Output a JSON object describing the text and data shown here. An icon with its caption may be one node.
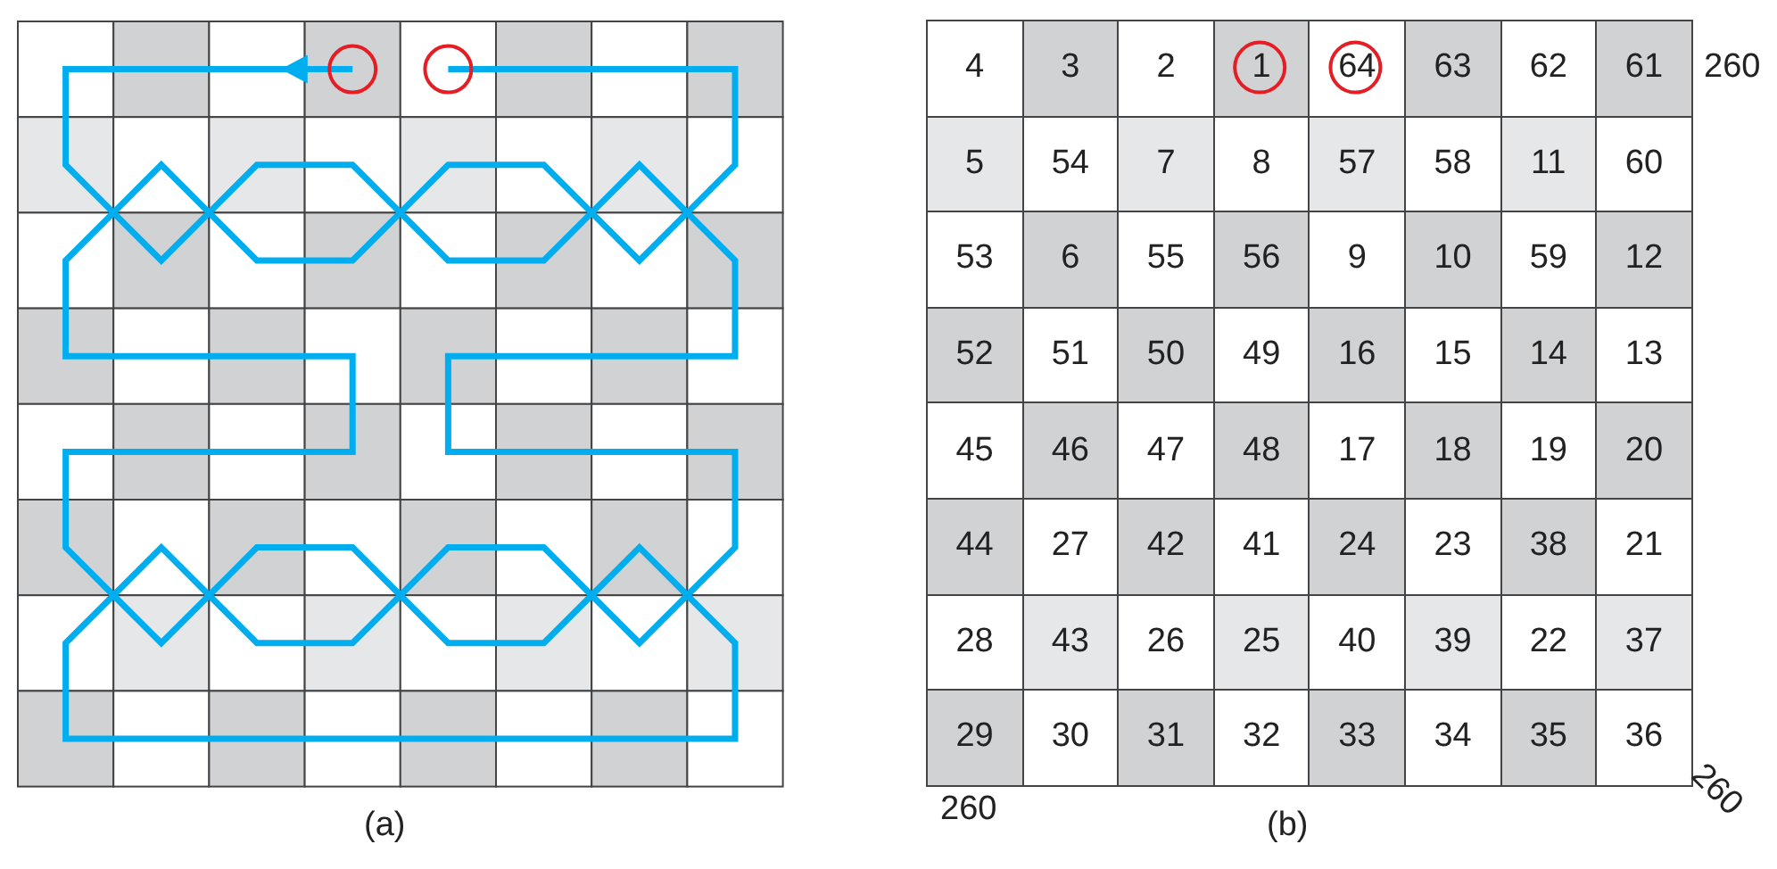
{
  "diagram": {
    "labels": [
      "4",
      "3",
      "2",
      "1",
      "64",
      "63",
      "62",
      "61",
      "5",
      "54",
      "7",
      "8",
      "57",
      "58",
      "11",
      "60",
      "53",
      "6",
      "55",
      "56",
      "9",
      "10",
      "59",
      "12",
      "52",
      "51",
      "50",
      "49",
      "16",
      "15",
      "14",
      "13",
      "45",
      "46",
      "47",
      "48",
      "17",
      "18",
      "19",
      "20",
      "44",
      "27",
      "42",
      "41",
      "24",
      "23",
      "38",
      "21",
      "28",
      "43",
      "26",
      "25",
      "40",
      "39",
      "22",
      "37",
      "29",
      "30",
      "31",
      "32",
      "33",
      "34",
      "35",
      "36",
      "260",
      "260",
      "260",
      "(a)",
      "(b)"
    ]
  }
}
